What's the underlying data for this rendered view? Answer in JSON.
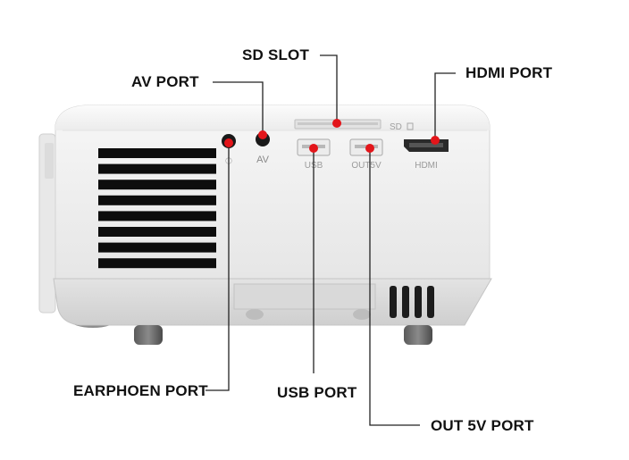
{
  "labels": {
    "av_port": "AV PORT",
    "sd_slot": "SD SLOT",
    "hdmi_port": "HDMI PORT",
    "earphone_port": "EARPHOEN PORT",
    "usb_port": "USB PORT",
    "out_5v_port": "OUT 5V PORT"
  },
  "device_print": {
    "sd": "SD",
    "av": "AV",
    "usb": "USB",
    "out5v": "OUT5V",
    "hdmi": "HDMI",
    "earphone_glyph": "⏀"
  },
  "colors": {
    "marker": "#e3151a",
    "leader": "#222222",
    "body": "#f2f2f2",
    "vent": "#0d0d0d"
  }
}
